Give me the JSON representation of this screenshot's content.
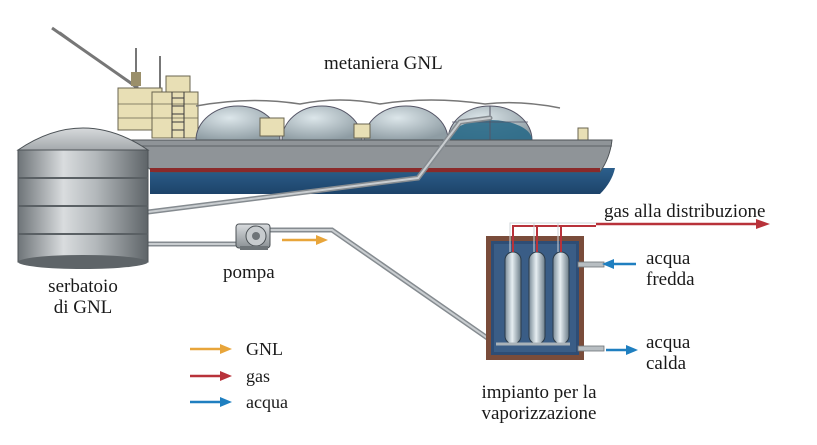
{
  "labels": {
    "ship": "metaniera GNL",
    "tank_line1": "serbatoio",
    "tank_line2": "di GNL",
    "pump": "pompa",
    "distribution": "gas alla distribuzione",
    "cold_water_line1": "acqua",
    "cold_water_line2": "fredda",
    "hot_water_line1": "acqua",
    "hot_water_line2": "calda",
    "plant_line1": "impianto per la",
    "plant_line2": "vaporizzazione"
  },
  "legend": [
    {
      "label": "GNL",
      "color": "#e8a53a"
    },
    {
      "label": "gas",
      "color": "#b8323a"
    },
    {
      "label": "acqua",
      "color": "#1f7fc0"
    }
  ],
  "colors": {
    "lng": "#e8a53a",
    "gas": "#b8323a",
    "water": "#1f7fc0",
    "hull": "#8f9498",
    "sea": "#26557e",
    "plant_box": "#2e4d75",
    "plant_border": "#7a4c3a",
    "superstructure": "#e8dfb5"
  }
}
